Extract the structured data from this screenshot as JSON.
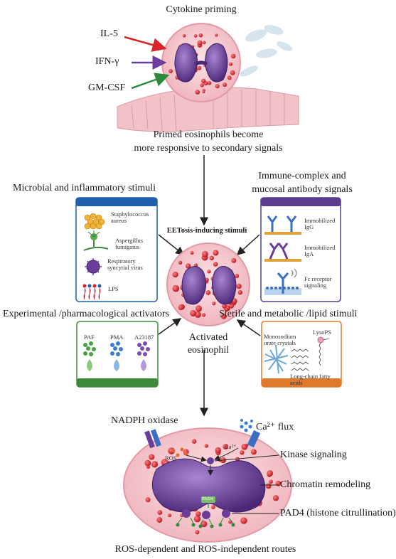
{
  "title_top": "Cytokine priming",
  "cytokines": [
    "IL-5",
    "IFN-γ",
    "GM-CSF"
  ],
  "primed_caption": [
    "Primed eosinophils become",
    "more responsive to secondary signals"
  ],
  "center_label": "EETosis-inducing stimuli",
  "activated_label": [
    "Activated",
    "eosinophil"
  ],
  "panels": {
    "microbial": {
      "title": "Microbial and inflammatory stimuli",
      "color": "#1f5fae",
      "items": [
        "Staphylococcus aureus",
        "Aspergillus fumigatus",
        "Respiratory syncytial virus",
        "LPS"
      ]
    },
    "immune": {
      "title": [
        "Immune-complex and",
        "mucosal antibody signals"
      ],
      "color": "#5b3b8c",
      "items": [
        "Immobilized IgG",
        "Immobilized IgA",
        "Fc receptor signaling"
      ]
    },
    "experimental": {
      "title": "Experimental /pharmacological activators",
      "color": "#3f8a3a",
      "items": [
        "PAF",
        "PMA",
        "A23187"
      ]
    },
    "sterile": {
      "title": "Sterile and metabolic /lipid stimuli",
      "color": "#e0792b",
      "items": [
        "Monosodium urate crystals",
        "LysoPS",
        "Long-chain fatty acids"
      ]
    }
  },
  "mechanism": {
    "nadph": "NADPH oxidase",
    "ca_flux": "Ca²⁺ flux",
    "ros": "ROS",
    "ca_small": "Ca²⁺",
    "pad_tag": "PAD4",
    "kinase": "Kinase signaling",
    "chromatin": "Chromatin remodeling",
    "pad4": "PAD4 (histone citrullination)"
  },
  "bottom_caption": "ROS-dependent and ROS-independent routes",
  "colors": {
    "cell_body": "#f6c9cf",
    "granule": "#d8232a",
    "nucleus": "#6a3d9a",
    "arrow": "#222222"
  }
}
